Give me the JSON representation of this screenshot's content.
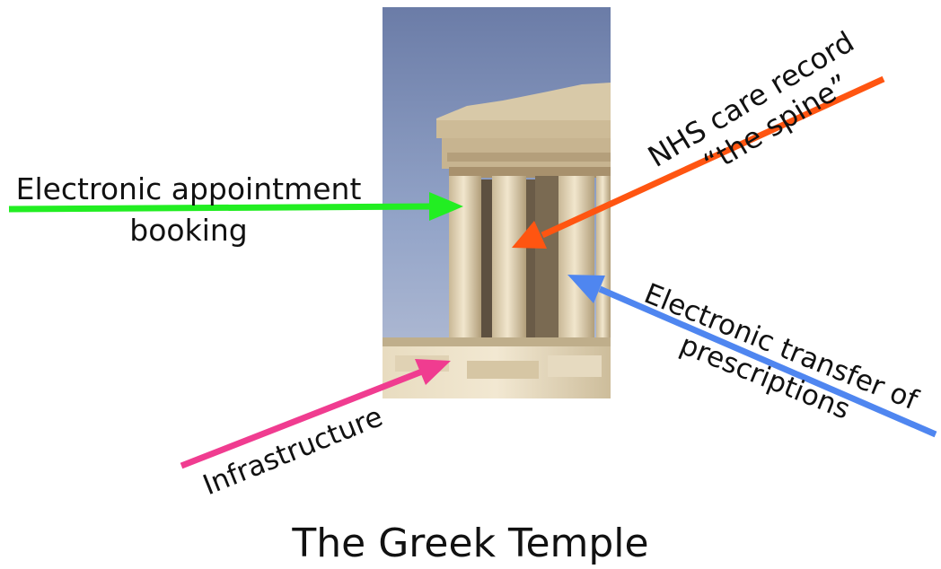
{
  "diagram": {
    "title": "The Greek Temple",
    "photo": {
      "subject": "temple-photo"
    },
    "labels": {
      "appointment": [
        "Electronic appointment",
        "booking"
      ],
      "spine": [
        "NHS care record",
        "“the spine”"
      ],
      "prescriptions": [
        "Electronic transfer of",
        "prescriptions"
      ],
      "infrastructure": "Infrastructure"
    },
    "arrow_colors": {
      "appointment": "#22ee22",
      "spine": "#ff5511",
      "prescriptions": "#4f86f0",
      "infrastructure": "#f03c90"
    }
  }
}
